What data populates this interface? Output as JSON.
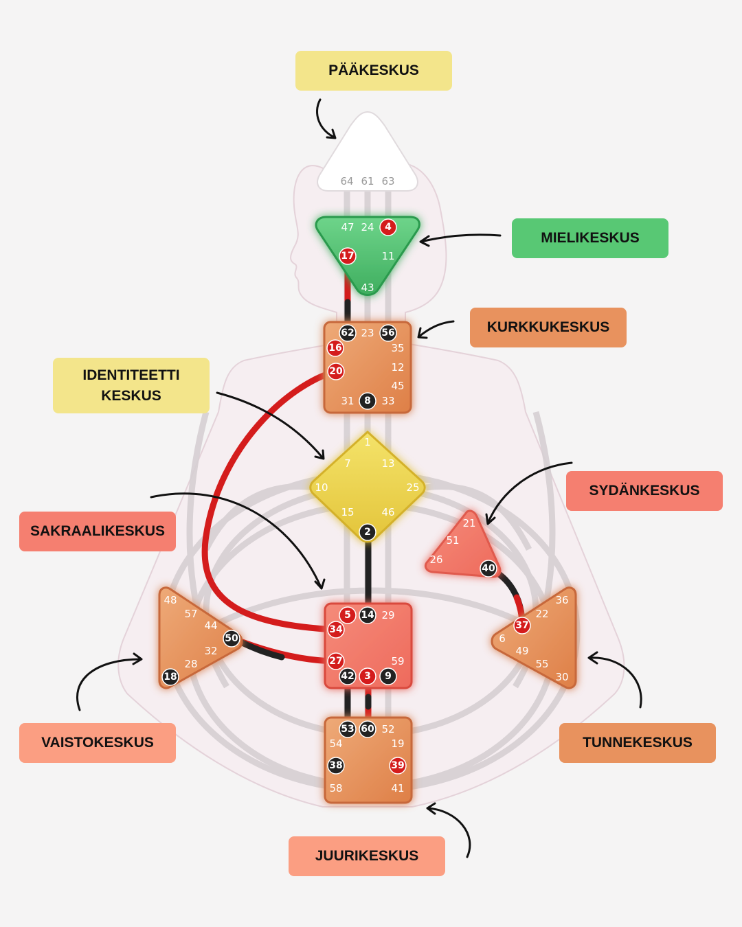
{
  "colors": {
    "yellow_label": "#f3e58b",
    "green_label": "#58c874",
    "orange_label": "#e8925e",
    "salmon_label": "#f57f70",
    "peach_label": "#fb9e82",
    "activation_red": "#d41c1c",
    "activation_black": "#222222",
    "channel_grey": "#d3cdd1"
  },
  "labels": {
    "head": "PÄÄKESKUS",
    "ajna": "MIELIKESKUS",
    "throat": "KURKKUKESKUS",
    "g": "IDENTITEETTI\nKESKUS",
    "heart": "SYDÄNKESKUS",
    "sacral": "SAKRAALIKESKUS",
    "spleen": "VAISTOKESKUS",
    "solar": "TUNNEKESKUS",
    "root": "JUURIKESKUS"
  },
  "centers": {
    "head": {
      "gates": [
        {
          "n": "64",
          "s": "plain"
        },
        {
          "n": "61",
          "s": "plain"
        },
        {
          "n": "63",
          "s": "plain"
        }
      ]
    },
    "ajna": {
      "gates": [
        {
          "n": "47",
          "s": "plain"
        },
        {
          "n": "24",
          "s": "plain"
        },
        {
          "n": "4",
          "s": "red"
        },
        {
          "n": "17",
          "s": "red"
        },
        {
          "n": "11",
          "s": "plain"
        },
        {
          "n": "43",
          "s": "plain"
        }
      ]
    },
    "throat": {
      "gates": [
        {
          "n": "62",
          "s": "black"
        },
        {
          "n": "23",
          "s": "plain"
        },
        {
          "n": "56",
          "s": "black"
        },
        {
          "n": "16",
          "s": "red"
        },
        {
          "n": "35",
          "s": "plain"
        },
        {
          "n": "20",
          "s": "red"
        },
        {
          "n": "12",
          "s": "plain"
        },
        {
          "n": "45",
          "s": "plain"
        },
        {
          "n": "31",
          "s": "plain"
        },
        {
          "n": "8",
          "s": "black"
        },
        {
          "n": "33",
          "s": "plain"
        }
      ]
    },
    "g": {
      "gates": [
        {
          "n": "1",
          "s": "plain"
        },
        {
          "n": "7",
          "s": "plain"
        },
        {
          "n": "13",
          "s": "plain"
        },
        {
          "n": "10",
          "s": "plain"
        },
        {
          "n": "25",
          "s": "plain"
        },
        {
          "n": "15",
          "s": "plain"
        },
        {
          "n": "46",
          "s": "plain"
        },
        {
          "n": "2",
          "s": "black"
        }
      ]
    },
    "heart": {
      "gates": [
        {
          "n": "21",
          "s": "plain"
        },
        {
          "n": "51",
          "s": "plain"
        },
        {
          "n": "26",
          "s": "plain"
        },
        {
          "n": "40",
          "s": "black"
        }
      ]
    },
    "sacral": {
      "gates": [
        {
          "n": "5",
          "s": "red"
        },
        {
          "n": "14",
          "s": "black"
        },
        {
          "n": "29",
          "s": "plain"
        },
        {
          "n": "34",
          "s": "red"
        },
        {
          "n": "27",
          "s": "red"
        },
        {
          "n": "59",
          "s": "plain"
        },
        {
          "n": "42",
          "s": "black"
        },
        {
          "n": "3",
          "s": "red"
        },
        {
          "n": "9",
          "s": "black"
        }
      ]
    },
    "spleen": {
      "gates": [
        {
          "n": "48",
          "s": "plain"
        },
        {
          "n": "57",
          "s": "plain"
        },
        {
          "n": "44",
          "s": "plain"
        },
        {
          "n": "50",
          "s": "black"
        },
        {
          "n": "32",
          "s": "plain"
        },
        {
          "n": "28",
          "s": "plain"
        },
        {
          "n": "18",
          "s": "black"
        }
      ]
    },
    "solar": {
      "gates": [
        {
          "n": "36",
          "s": "plain"
        },
        {
          "n": "22",
          "s": "plain"
        },
        {
          "n": "37",
          "s": "red"
        },
        {
          "n": "6",
          "s": "plain"
        },
        {
          "n": "49",
          "s": "plain"
        },
        {
          "n": "55",
          "s": "plain"
        },
        {
          "n": "30",
          "s": "plain"
        }
      ]
    },
    "root": {
      "gates": [
        {
          "n": "53",
          "s": "black"
        },
        {
          "n": "60",
          "s": "black"
        },
        {
          "n": "52",
          "s": "plain"
        },
        {
          "n": "54",
          "s": "plain"
        },
        {
          "n": "19",
          "s": "plain"
        },
        {
          "n": "38",
          "s": "black"
        },
        {
          "n": "39",
          "s": "red"
        },
        {
          "n": "58",
          "s": "plain"
        },
        {
          "n": "41",
          "s": "plain"
        }
      ]
    }
  }
}
